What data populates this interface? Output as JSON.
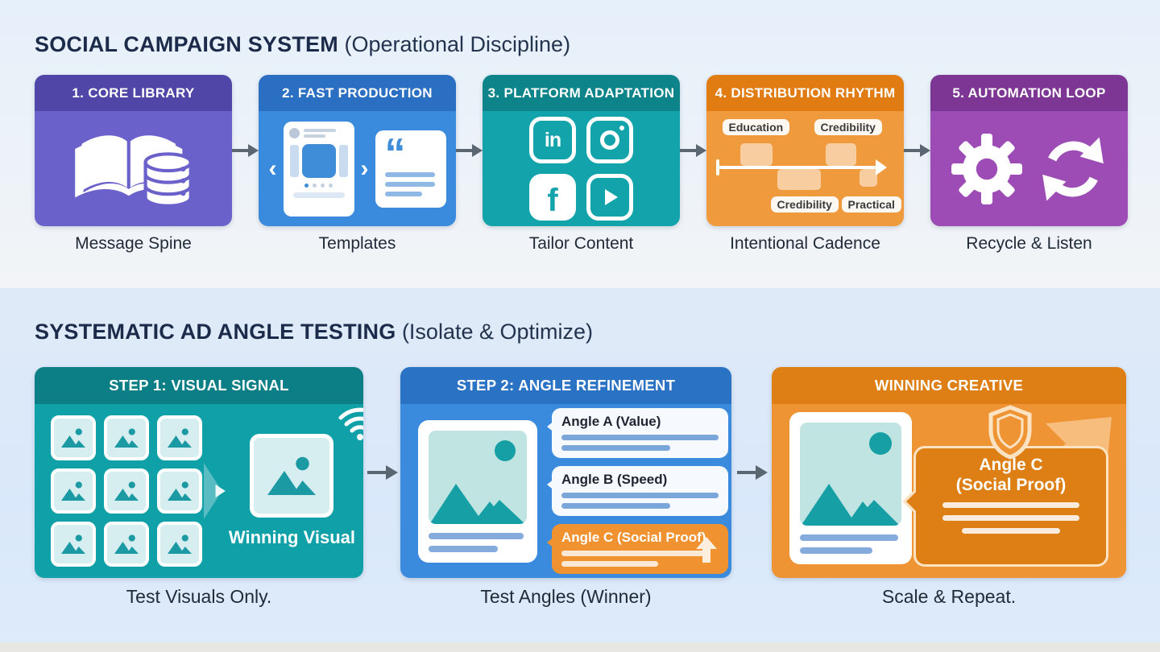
{
  "palette": {
    "core_library_header": "#4F46A8",
    "core_library_body": "#6A61CB",
    "fast_production_header": "#2A6FC2",
    "fast_production_body": "#3A8ADE",
    "platform_adaptation_header": "#0C8489",
    "platform_adaptation_body": "#12A3AB",
    "distribution_rhythm_header": "#E07C12",
    "distribution_rhythm_body": "#F09A3E",
    "automation_loop_header": "#7D3694",
    "automation_loop_body": "#9C4CB4",
    "visual_signal_header": "#0C7E85",
    "visual_signal_body": "#10A0A8",
    "angle_refinement_header": "#2A72C4",
    "angle_refinement_body": "#3A8ADE",
    "winning_creative_header": "#DD7F15",
    "winning_creative_body": "#EF9434",
    "winning_angle_bubble": "#F0922F",
    "connector_arrow": "#5B6673",
    "page_background_top": "#ECF2F9",
    "page_background_bottom": "#DCE9F8"
  },
  "section1": {
    "title": "SOCIAL CAMPAIGN SYSTEM",
    "subtitle": "(Operational Discipline)",
    "icons": {
      "carousel_prev": "‹",
      "carousel_next": "›",
      "quote_mark": "“"
    },
    "cards": [
      {
        "header": "1. CORE LIBRARY",
        "caption": "Message Spine",
        "icons": [
          "open-book-icon",
          "database-icon"
        ]
      },
      {
        "header": "2. FAST PRODUCTION",
        "caption": "Templates",
        "icons": [
          "carousel-post-template-icon",
          "quote-card-template-icon"
        ]
      },
      {
        "header": "3. PLATFORM ADAPTATION",
        "caption": "Tailor Content",
        "icons": [
          "linkedin-icon",
          "instagram-icon",
          "facebook-icon",
          "youtube-icon"
        ],
        "platform_glyphs": {
          "linkedin": "in",
          "facebook": "f"
        }
      },
      {
        "header": "4. DISTRIBUTION RHYTHM",
        "caption": "Intentional Cadence",
        "labels": [
          "Education",
          "Credibility",
          "Credibility",
          "Practical"
        ]
      },
      {
        "header": "5. AUTOMATION LOOP",
        "caption": "Recycle & Listen",
        "icons": [
          "gear-icon",
          "sync-loop-icon"
        ]
      }
    ]
  },
  "section2": {
    "title": "SYSTEMATIC AD ANGLE TESTING",
    "subtitle": "(Isolate & Optimize)",
    "cards": [
      {
        "header": "STEP 1: VISUAL SIGNAL",
        "caption": "Test Visuals Only.",
        "winning_label": "Winning Visual",
        "icons": [
          "image-thumbnail-grid-icon",
          "funnel-arrow-icon",
          "winning-image-icon",
          "wifi-signal-icon"
        ]
      },
      {
        "header": "STEP 2: ANGLE REFINEMENT",
        "caption": "Test Angles (Winner)",
        "bubbles": [
          {
            "label": "Angle A (Value)"
          },
          {
            "label": "Angle B (Speed)"
          },
          {
            "label": "Angle C (Social Proof)"
          }
        ]
      },
      {
        "header": "WINNING CREATIVE",
        "caption": "Scale & Repeat.",
        "bubble": {
          "line1": "Angle C",
          "line2": "(Social Proof)"
        },
        "icons": [
          "shield-icon",
          "growth-arrow-icon"
        ]
      }
    ]
  }
}
